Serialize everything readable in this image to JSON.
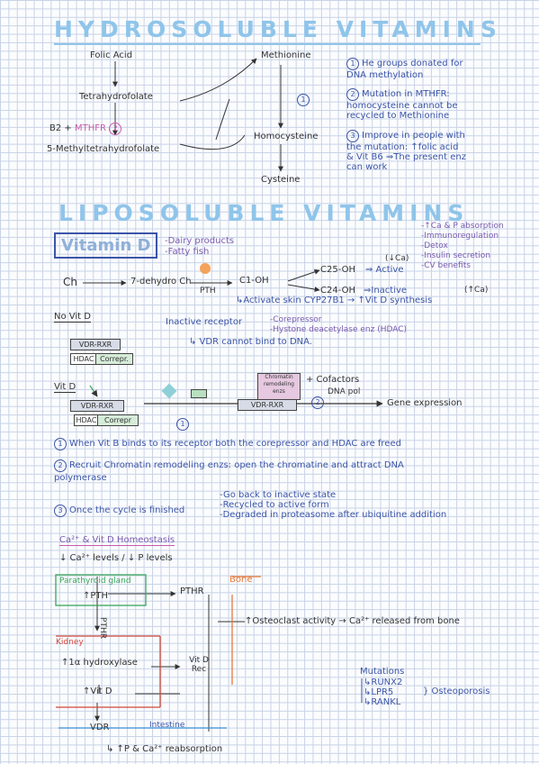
{
  "title_hydro": "HYDROSOLUBLE VITAMINS",
  "title_lipo": "LIPOSOLUBLE VITAMINS",
  "folate": {
    "folic_acid": "Folic Acid",
    "thf": "Tetrahydrofolate",
    "b2": "B2 + ",
    "mthfr": "MTHFR",
    "num2": "2",
    "methyl_thf": "5-Methyltetrahydrofolate",
    "methionine": "Methionine",
    "num1": "1",
    "homocysteine": "Homocysteine",
    "cysteine": "Cysteine"
  },
  "notes": [
    {
      "num": "1",
      "line1": "He groups donated for",
      "line2": "DNA methylation"
    },
    {
      "num": "2",
      "line1": "Mutation in MTHFR:",
      "line2": "homocysteine cannot be",
      "line3": "recycled to Methionine"
    },
    {
      "num": "3",
      "line1": "Improve in people with",
      "line2": "the mutation: ↑folic acid",
      "line3": "& Vit B6 ⇒The present enz",
      "line4": "can work"
    }
  ],
  "vitd": {
    "label": "Vitamin D",
    "sources1": "-Dairy products",
    "sources2": "-Fatty fish",
    "benefits": [
      "-↑Ca & P absorption",
      "-Immunoregulation",
      "-Detox",
      "-Insulin secretion",
      "-CV benefits"
    ],
    "aca": "(↓Ca)",
    "ch": "Ch",
    "dehydro": "7-dehydro Ch",
    "pth": "PTH",
    "c1oh": "C1-OH",
    "c25": "C25-OH",
    "active": "⇒ Active",
    "c24": "C24-OH",
    "inactive": "⇒Inactive",
    "ca_up": "(↑Ca)",
    "activate": "↳Activate skin CYP27B1 → ↑Vit D synthesis"
  },
  "novitd": {
    "label": "No Vit D",
    "inactive_receptor": "Inactive receptor",
    "corepressor": "-Corepressor",
    "hdac_full": "-Hystone deacetylase enz (HDAC)",
    "vdr_cannot": "↳ VDR cannot bind to DNA.",
    "vdr_rxr": "VDR-RXR",
    "hdac": "HDAC",
    "correp": "Correpr."
  },
  "vitd_bound": {
    "label": "Vit D",
    "vdr_rxr": "VDR-RXR",
    "hdac": "HDAC",
    "correpr": "Correpr",
    "num1": "1",
    "chromatin": "Chromatin remodeling enzs",
    "cofactors": "+ Cofactors",
    "num2": "2",
    "dna_pol": "DNA pol",
    "vdr_rxr2": "VDR-RXR",
    "gene_expression": "Gene expression"
  },
  "steps": [
    {
      "num": "1",
      "text": "When Vit B binds to its receptor both the corepressor and HDAC are freed"
    },
    {
      "num": "2",
      "text": "Recruit Chromatin remodeling enzs: open the chromatine and attract DNA",
      "text2": "polymerase"
    },
    {
      "num": "3",
      "text": "Once the cycle is finished",
      "opt1": "-Go back to inactive state",
      "opt2": "-Recycled to active form",
      "opt3": "-Degraded in proteasome after ubiquitine addition"
    }
  ],
  "homeo": {
    "title": "Ca²⁺ & Vit D Homeostasis",
    "levels": "↓ Ca²⁺ levels / ↓ P levels",
    "parathyroid": "Parathyroid gland",
    "pth": "↑PTH",
    "pthr": "PTHR",
    "bone": "Bone",
    "osteoclast": "↑Osteoclast activity → Ca²⁺ released from bone",
    "pthr_v": "PTHR",
    "kidney": "Kidney",
    "hydroxylase": "↑1α hydroxylase",
    "vitd_rec": "Vit D Rec",
    "vitd": "↑Vit D",
    "vdr": "VDR",
    "intestine": "Intestine",
    "reabsorption": "↳ ↑P & Ca²⁺ reabsorption"
  },
  "mutations": {
    "title": "Mutations",
    "items": [
      "↳RUNX2",
      "↳LPR5",
      "↳RANKL"
    ],
    "result": "} Osteoporosis"
  }
}
